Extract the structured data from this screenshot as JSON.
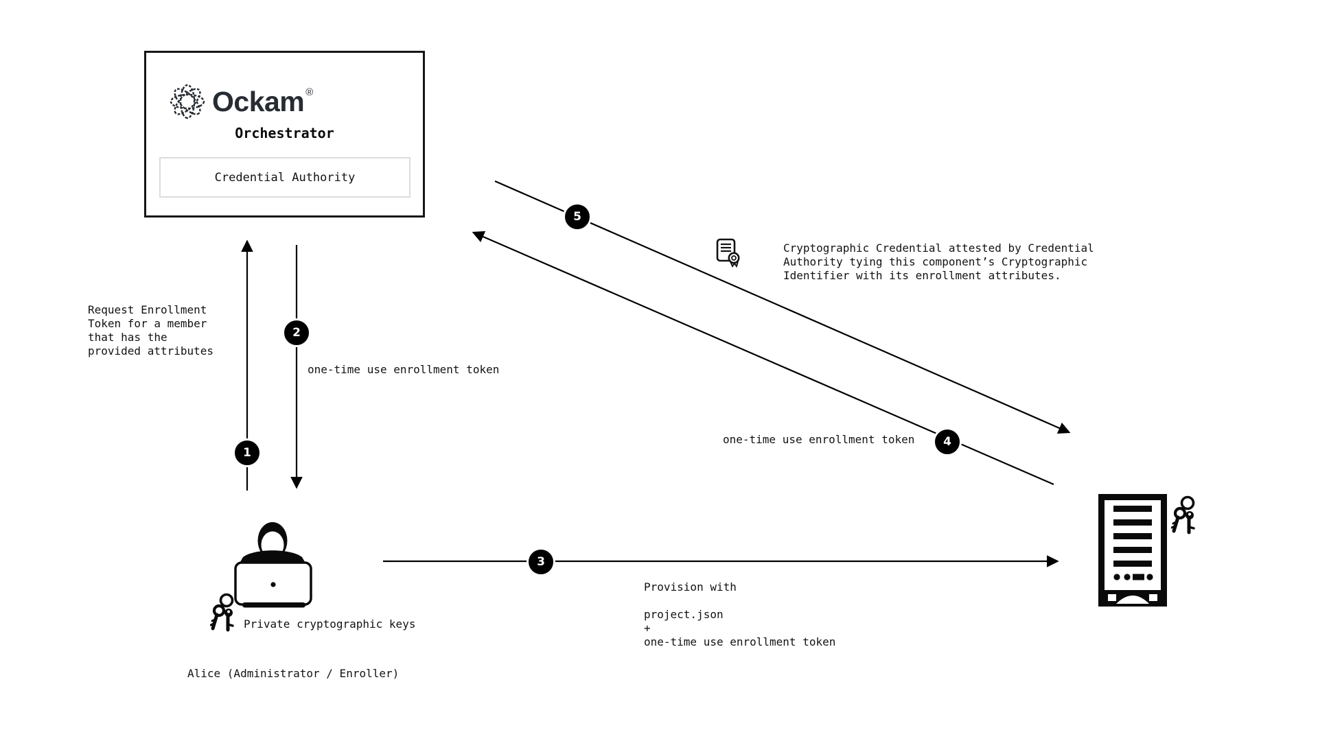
{
  "colors": {
    "ink": "#111111",
    "line": "#000000",
    "badge_bg": "#000000",
    "badge_text": "#ffffff",
    "box_border": "#161616",
    "inner_box_border": "#dcdcdc",
    "logo": "#272c33"
  },
  "orchestrator_box": {
    "brand": "Ockam",
    "registered_mark": "®",
    "title": "Orchestrator",
    "credential_authority": "Credential Authority"
  },
  "steps": [
    {
      "number": "1"
    },
    {
      "number": "2"
    },
    {
      "number": "3"
    },
    {
      "number": "4"
    },
    {
      "number": "5"
    }
  ],
  "labels": {
    "request_enrollment": "Request Enrollment\nToken for a member\nthat has the\nprovided attributes",
    "enrollment_token_vertical": "one-time use enrollment token",
    "enrollment_token_diagonal": "one-time use enrollment token",
    "credential_note": "Cryptographic Credential attested by Credential\nAuthority tying this component’s Cryptographic\nIdentifier with its enrollment attributes.",
    "provision": "Provision with\n\nproject.json\n+\none-time use enrollment token",
    "private_keys": "Private cryptographic keys",
    "alice": "Alice (Administrator / Enroller)"
  },
  "icons": {
    "logo": "ockam-rosette-icon",
    "credential": "certificate-icon",
    "admin": "person-laptop-icon",
    "admin_keys": "keys-icon",
    "machine": "server-icon",
    "machine_keys": "keys-icon"
  }
}
